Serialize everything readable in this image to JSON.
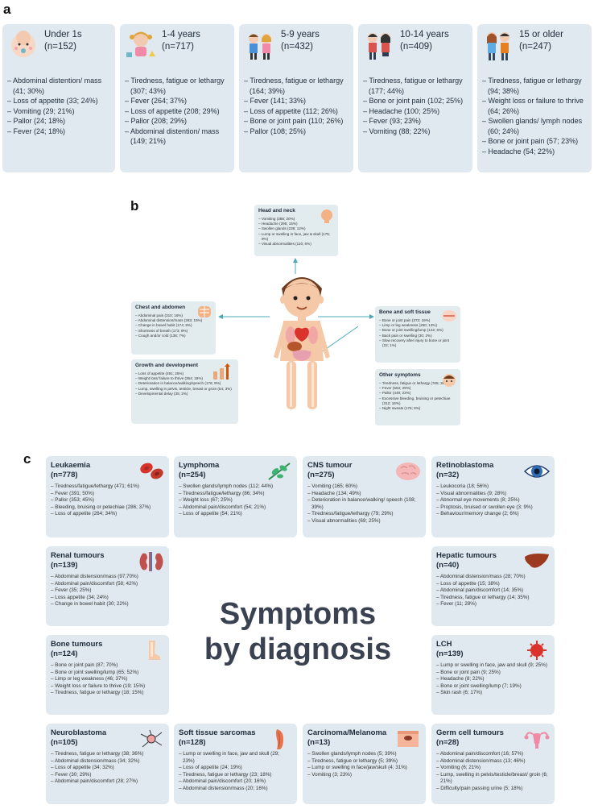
{
  "panel_a": {
    "letter": "a",
    "groups": [
      {
        "title": "Under 1s",
        "n": "(n=152)",
        "items": [
          "Abdominal distention/ mass (41; 30%)",
          "Loss of appetite (33; 24%)",
          "Vomiting (29; 21%)",
          "Pallor (24; 18%)",
          "Fever (24; 18%)"
        ]
      },
      {
        "title": "1-4 years",
        "n": "(n=717)",
        "items": [
          "Tiredness, fatigue or lethargy (307; 43%)",
          "Fever (264; 37%)",
          "Loss of appetite (208; 29%)",
          "Pallor (208; 29%)",
          "Abdominal distention/ mass (149; 21%)"
        ]
      },
      {
        "title": "5-9 years",
        "n": "(n=432)",
        "items": [
          "Tiredness, fatigue or lethargy (164; 39%)",
          "Fever (141; 33%)",
          "Loss of appetite (112; 26%)",
          "Bone or joint pain (110; 26%)",
          "Pallor (108; 25%)"
        ]
      },
      {
        "title": "10-14 years",
        "n": "(n=409)",
        "items": [
          "Tiredness, fatigue or lethargy (177; 44%)",
          "Bone or joint pain (102; 25%)",
          "Headache (100; 25%)",
          "Fever (93; 23%)",
          "Vomiting (88; 22%)"
        ]
      },
      {
        "title": "15 or older",
        "n": "(n=247)",
        "items": [
          "Tiredness, fatigue or lethargy (94; 38%)",
          "Weight loss or failure to thrive (64; 26%)",
          "Swollen glands/ lymph nodes (60; 24%)",
          "Bone or joint pain (57; 23%)",
          "Headache (54; 22%)"
        ]
      }
    ]
  },
  "panel_b": {
    "letter": "b",
    "head": {
      "title": "Head and neck",
      "items": [
        "Vomiting (388; 20%)",
        "Headache (295; 15%)",
        "Swollen glands (238; 12%)",
        "Lump or swelling in face, jaw & skull (175; 9%)",
        "Visual abnormalities (110; 6%)"
      ]
    },
    "chest": {
      "title": "Chest and abdomen",
      "items": [
        "Abdominal pain (310; 16%)",
        "Abdominal distension/mass (283; 15%)",
        "Change in bowel habit (174; 9%)",
        "Shortness of breath (173; 9%)",
        "Cough and/or cold (138; 7%)"
      ]
    },
    "growth": {
      "title": "Growth and development",
      "items": [
        "Loss of appetite (491; 25%)",
        "Weight loss/ failure to thrive (354; 18%)",
        "Deterioration in balance/walking/speech (176; 9%)",
        "Lump, swelling in pelvis, testicle, breast or groin (54; 3%)",
        "Developmental delay (35; 2%)"
      ]
    },
    "bone": {
      "title": "Bone and soft tissue",
      "items": [
        "Bone or joint pain (372; 19%)",
        "Limp or leg weakness (250; 13%)",
        "Bone or joint swelling/lump (122; 6%)",
        "Back pain or swelling (30; 2%)",
        "Slow recovery after injury to bone or joint (22; 1%)"
      ]
    },
    "other": {
      "title": "Other symptoms",
      "items": [
        "Tiredness, fatigue or lethargy (765; 39%)",
        "Fever (563; 29%)",
        "Pallor (449; 23%)",
        "Excessive bleeding, bruising or petechiae (312; 16%)",
        "Night sweats (176; 9%)"
      ]
    }
  },
  "panel_c": {
    "letter": "c",
    "center_line1": "Symptoms",
    "center_line2": "by diagnosis",
    "diagnoses": [
      {
        "key": "leukaemia",
        "name": "Leukaemia",
        "n": "(n=778)",
        "items": [
          "Tiredness/fatigue/lethargy (471; 61%)",
          "Fever (391; 50%)",
          "Pallor (353; 45%)",
          "Bleeding, bruising or petechiae (286; 37%)",
          "Loss of appetite (264; 34%)"
        ]
      },
      {
        "key": "lymphoma",
        "name": "Lymphoma",
        "n": "(n=254)",
        "items": [
          "Swollen glands/lymph nodes (112; 44%)",
          "Tiredness/fatigue/lethargy (86; 34%)",
          "Weight loss (67; 25%)",
          "Abdominal pain/discomfort (54; 21%)",
          "Loss of appetite (54; 21%)"
        ]
      },
      {
        "key": "cns",
        "name": "CNS tumour",
        "n": "(n=275)",
        "items": [
          "Vomiting (165; 60%)",
          "Headache (134; 49%)",
          "Deterioration in balance/walking/ speech (108; 39%)",
          "Tiredness/fatigue/lethargy (79; 29%)",
          "Visual abnormalities (69; 25%)"
        ]
      },
      {
        "key": "retinoblastoma",
        "name": "Retinoblastoma",
        "n": "(n=32)",
        "items": [
          "Leukocoria (18; 56%)",
          "Visual abnormalities (9; 28%)",
          "Abnormal eye movements (8; 25%)",
          "Proptosis, bruised or swollen eye (3; 9%)",
          "Behaviour/memory change (2; 6%)"
        ]
      },
      {
        "key": "renal",
        "name": "Renal tumours",
        "n": "(n=139)",
        "items": [
          "Abdominal distension/mass (97;70%)",
          "Abdominal pain/discomfort (58; 42%)",
          "Fever (35; 25%)",
          "Loss appetite (34; 24%)",
          "Change in bowel habit (30; 22%)"
        ]
      },
      {
        "key": "hepatic",
        "name": "Hepatic tumours",
        "n": "(n=40)",
        "items": [
          "Abdominal distension/mass (28; 70%)",
          "Loss of appetite (15; 38%)",
          "Abdominal pain/discomfort (14; 35%)",
          "Tiredness, fatigue or lethargy (14; 35%)",
          "Fever (11; 28%)"
        ]
      },
      {
        "key": "bone",
        "name": "Bone tumours",
        "n": "(n=124)",
        "items": [
          "Bone or joint pain (87; 70%)",
          "Bone or joint swelling/lump (65; 52%)",
          "Limp or leg weakness (46; 37%)",
          "Weight loss or failure to thrive (19; 15%)",
          "Tiredness, fatigue or lethargy (18; 15%)"
        ]
      },
      {
        "key": "lch",
        "name": "LCH",
        "n": "(n=139)",
        "items": [
          "Lump or swelling in face, jaw and skull (9; 25%)",
          "Bone or joint pain (9; 25%)",
          "Headache (8; 22%)",
          "Bone or joint swelling/lump (7; 19%)",
          "Skin rash (6; 17%)"
        ]
      },
      {
        "key": "neuroblastoma",
        "name": "Neuroblastoma",
        "n": "(n=105)",
        "items": [
          "Tiredness, fatigue or lethargy (38; 36%)",
          "Abdominal distension/mass (34; 32%)",
          "Loss of appetite (34; 32%)",
          "Fever (30; 29%)",
          "Abdominal pain/discomfort (28; 27%)"
        ]
      },
      {
        "key": "sarcoma",
        "name": "Soft tissue sarcomas",
        "n": "(n=128)",
        "items": [
          "Lump or swelling in face, jaw and skull (29; 23%)",
          "Loss of appetite (24; 19%)",
          "Tiredness, fatigue or lethargy (23; 18%)",
          "Abdominal pain/discomfort (20; 16%)",
          "Abdominal distension/mass (20; 16%)"
        ]
      },
      {
        "key": "carcinoma",
        "name": "Carcinoma/Melanoma",
        "n": "(n=13)",
        "items": [
          "Swollen glands/lymph nodes (5; 39%)",
          "Tiredness, fatigue or lethargy (5; 39%)",
          "Lump or swelling in face/jaw/skull (4; 31%)",
          "Vomiting (3; 23%)"
        ]
      },
      {
        "key": "germcell",
        "name": "Germ cell tumours",
        "n": "(n=28)",
        "items": [
          "Abdominal pain/discomfort (16; 57%)",
          "Abdominal distension/mass (13; 46%)",
          "Vomiting (6; 21%)",
          "Lump, swelling in pelvis/testicle/breast/ groin (6; 21%)",
          "Difficulty/pain passing urine (5; 18%)"
        ]
      }
    ]
  }
}
